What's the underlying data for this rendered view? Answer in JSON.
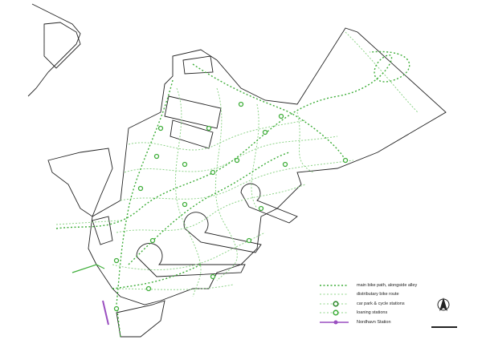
{
  "legend": [
    {
      "label": "main bike path, alongside alley",
      "style": "main"
    },
    {
      "label": "distributary bike route",
      "style": "dist"
    },
    {
      "label": "car park & cycle stations",
      "style": "carpark"
    },
    {
      "label": "loaning stations",
      "style": "loan"
    },
    {
      "label": "Nordhavn Station",
      "style": "station"
    }
  ],
  "colors": {
    "main": "#3fae3a",
    "dist": "#8fd48a",
    "station": "#9a4fc0",
    "outline": "#222222"
  }
}
